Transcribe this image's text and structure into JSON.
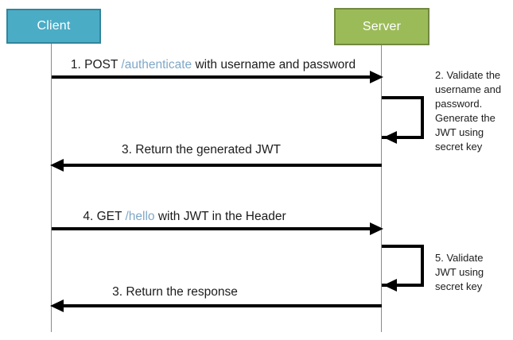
{
  "actors": [
    {
      "label": "Client",
      "fill": "#4BACC6",
      "border": "#31859B"
    },
    {
      "label": "Server",
      "fill": "#9BBB59",
      "border": "#71893F"
    }
  ],
  "messages": [
    {
      "prefix": "1. POST ",
      "link": "/authenticate",
      "suffix": " with username and password",
      "direction": "right",
      "from": "Client",
      "to": "Server"
    },
    {
      "label": "3. Return the generated JWT",
      "direction": "left",
      "from": "Server",
      "to": "Client"
    },
    {
      "prefix": "4. GET ",
      "link": "/hello",
      "suffix": " with JWT in the Header",
      "direction": "right",
      "from": "Client",
      "to": "Server"
    },
    {
      "label": "3. Return the response",
      "direction": "left",
      "from": "Server",
      "to": "Client"
    }
  ],
  "self_messages": [
    {
      "label": "2. Validate the username and password. Generate the JWT using secret key",
      "actor": "Server"
    },
    {
      "label": "5. Validate JWT using secret key",
      "actor": "Server"
    }
  ],
  "colors": {
    "client_fill": "#4BACC6",
    "client_border": "#31859B",
    "server_fill": "#9BBB59",
    "server_border": "#71893F",
    "endpoint_link": "#7FA8C8",
    "arrow": "#000000",
    "lifeline": "#8a8a8a",
    "background": "#ffffff"
  }
}
